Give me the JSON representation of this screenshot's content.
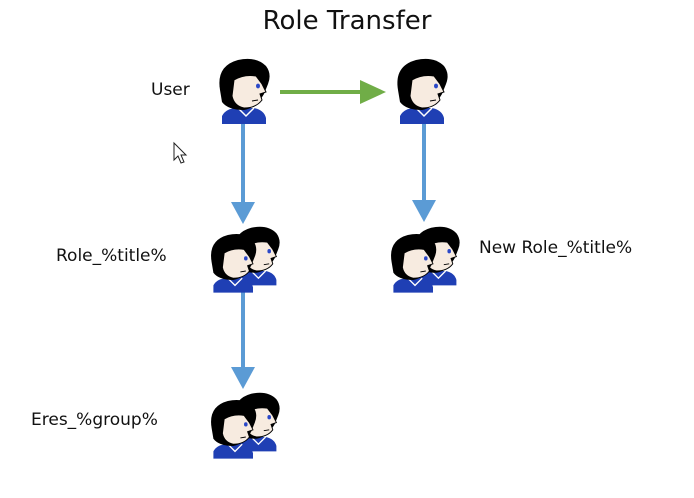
{
  "title": "Role Transfer",
  "labels": {
    "user": "User",
    "role": "Role_%title%",
    "new_role": "New Role_%title%",
    "group": "Eres_%group%"
  },
  "colors": {
    "background": "#ffffff",
    "text": "#111111",
    "arrow_blue": "#5b9bd5",
    "arrow_green": "#70ad47",
    "hair": "#000000",
    "skin": "#f7ebe0",
    "shirt": "#1f3fb4",
    "eye": "#2b48c8"
  },
  "icons": {
    "single_user": "user-icon",
    "group_users": "user-group-icon",
    "pointer": "mouse-pointer-icon"
  }
}
